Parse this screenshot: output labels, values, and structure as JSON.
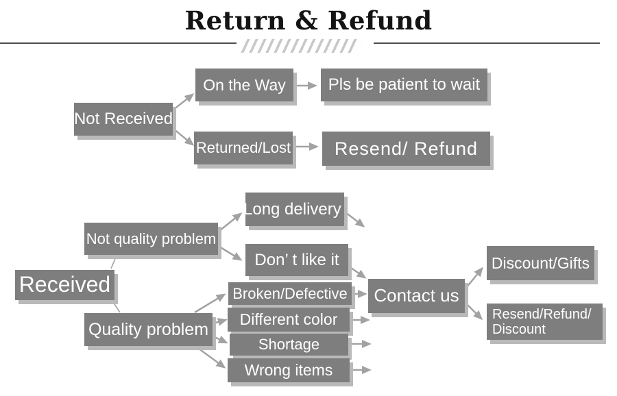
{
  "title": "Return & Refund",
  "colors": {
    "background": "#ffffff",
    "box": "#7e7e7e",
    "box_text": "#ffffff",
    "shadow": "#b9b9b9",
    "arrow": "#a2a2a2",
    "rule": "#4d4d4d",
    "hatch": "#c8c8c8",
    "title_text": "#141414"
  },
  "flowchart": {
    "not_received": {
      "label": "Not Received"
    },
    "on_the_way": {
      "label": "On the Way"
    },
    "pls_wait": {
      "label": "Pls be patient to wait"
    },
    "returned_lost": {
      "label": "Returned/Lost"
    },
    "resend_refund": {
      "label": "Resend/ Refund"
    },
    "received": {
      "label": "Received"
    },
    "not_quality_problem": {
      "label": "Not quality problem"
    },
    "long_delivery": {
      "label": "Long delivery"
    },
    "dont_like_it": {
      "label": "Don’ t like it"
    },
    "quality_problem": {
      "label": "Quality problem"
    },
    "broken_defective": {
      "label": "Broken/Defective"
    },
    "different_color": {
      "label": "Different color"
    },
    "shortage": {
      "label": "Shortage"
    },
    "wrong_items": {
      "label": "Wrong items"
    },
    "contact_us": {
      "label": "Contact us"
    },
    "discount_gifts": {
      "label": "Discount/Gifts"
    },
    "resend_refund_discount": {
      "label": "Resend/Refund/ Discount"
    }
  }
}
